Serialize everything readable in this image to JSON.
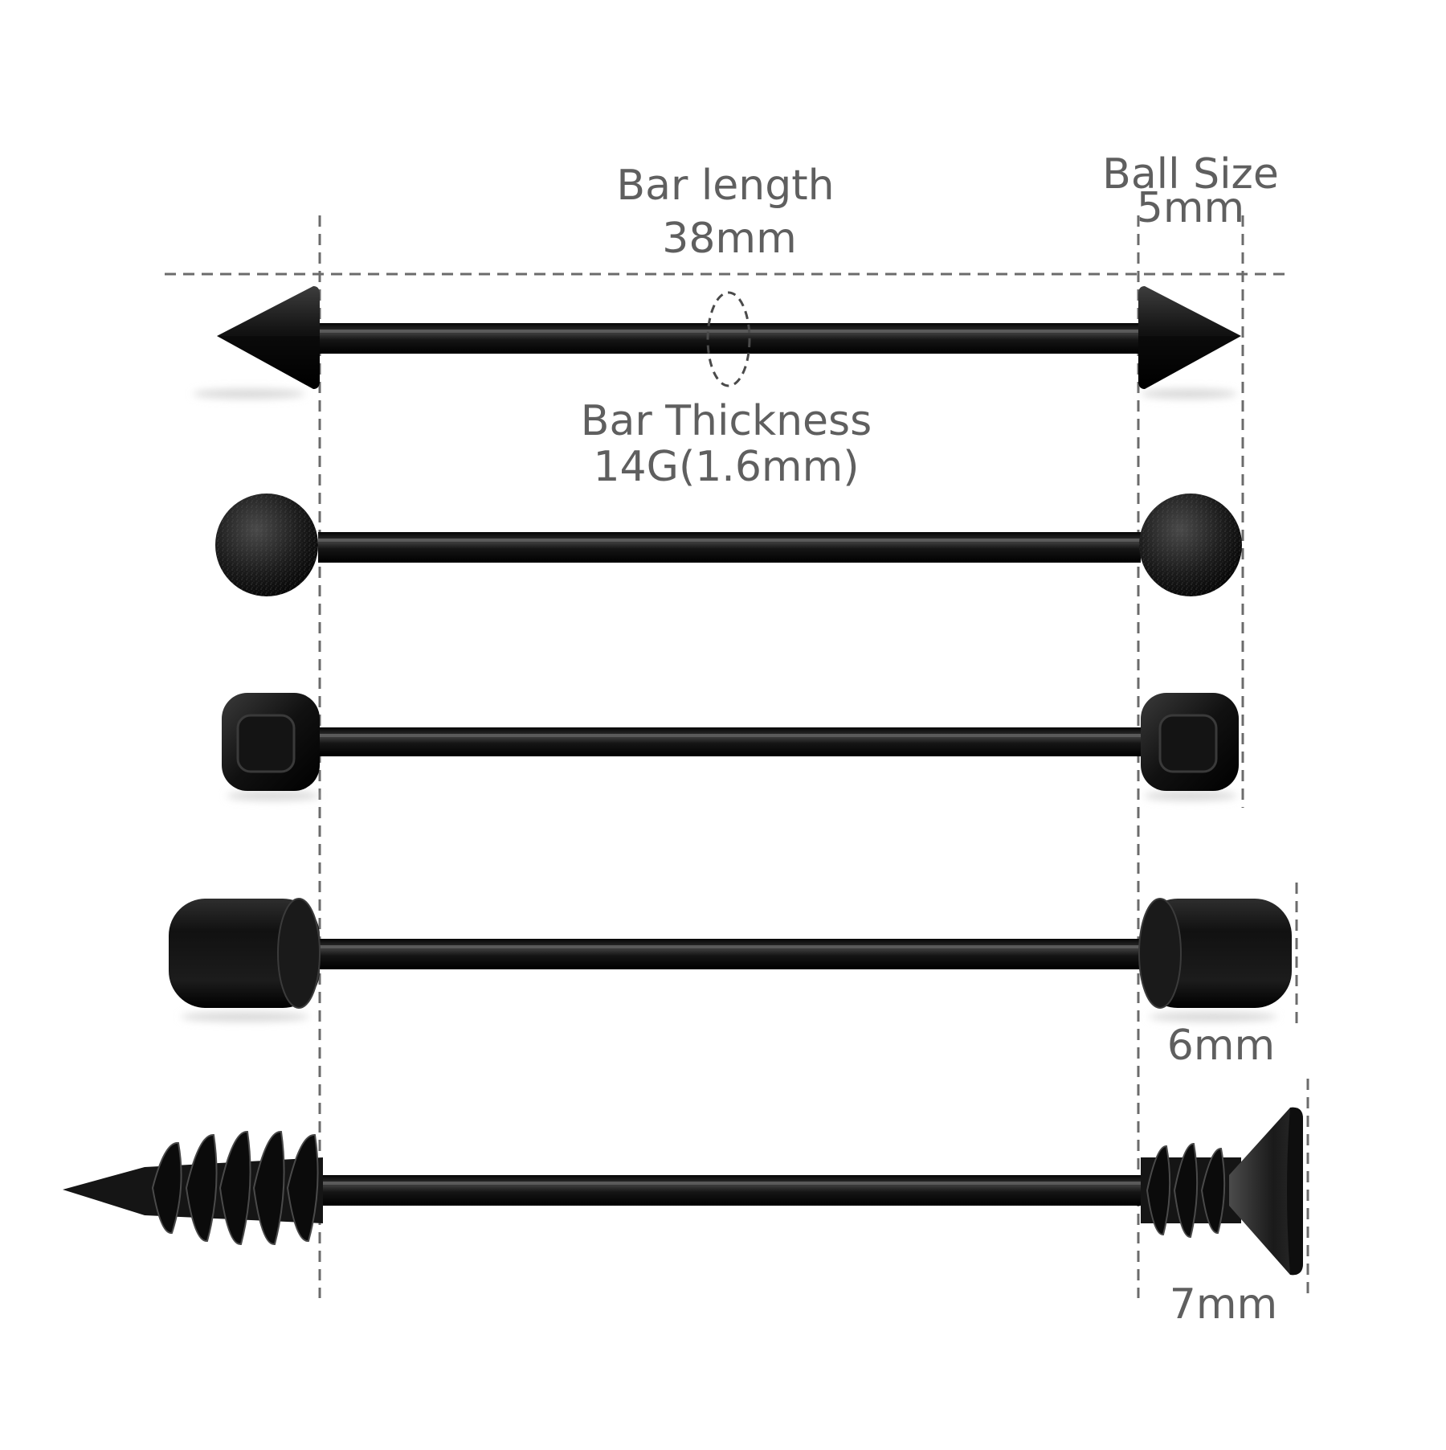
{
  "labels": {
    "bar_length_title": "Bar length",
    "bar_length_value": "38mm",
    "ball_size_title": "Ball Size",
    "ball_size_value": "5mm",
    "bar_thickness_title": "Bar Thickness",
    "bar_thickness_value": "14G(1.6mm)",
    "cylinder_size": "6mm",
    "screw_head_size": "7mm"
  },
  "colors": {
    "text": "#5f5f5f",
    "dash": "#6b6b6b",
    "metal_dark": "#0d0d0d",
    "metal_mid": "#2a2a2a",
    "metal_light": "#5a5a5a",
    "background": "#ffffff"
  },
  "items": [
    {
      "name": "spike-barbell",
      "end_style": "spike"
    },
    {
      "name": "ball-barbell",
      "end_style": "textured-ball"
    },
    {
      "name": "cube-barbell",
      "end_style": "cube"
    },
    {
      "name": "cylinder-barbell",
      "end_style": "cylinder"
    },
    {
      "name": "screw-barbell",
      "end_style": "screw"
    }
  ]
}
